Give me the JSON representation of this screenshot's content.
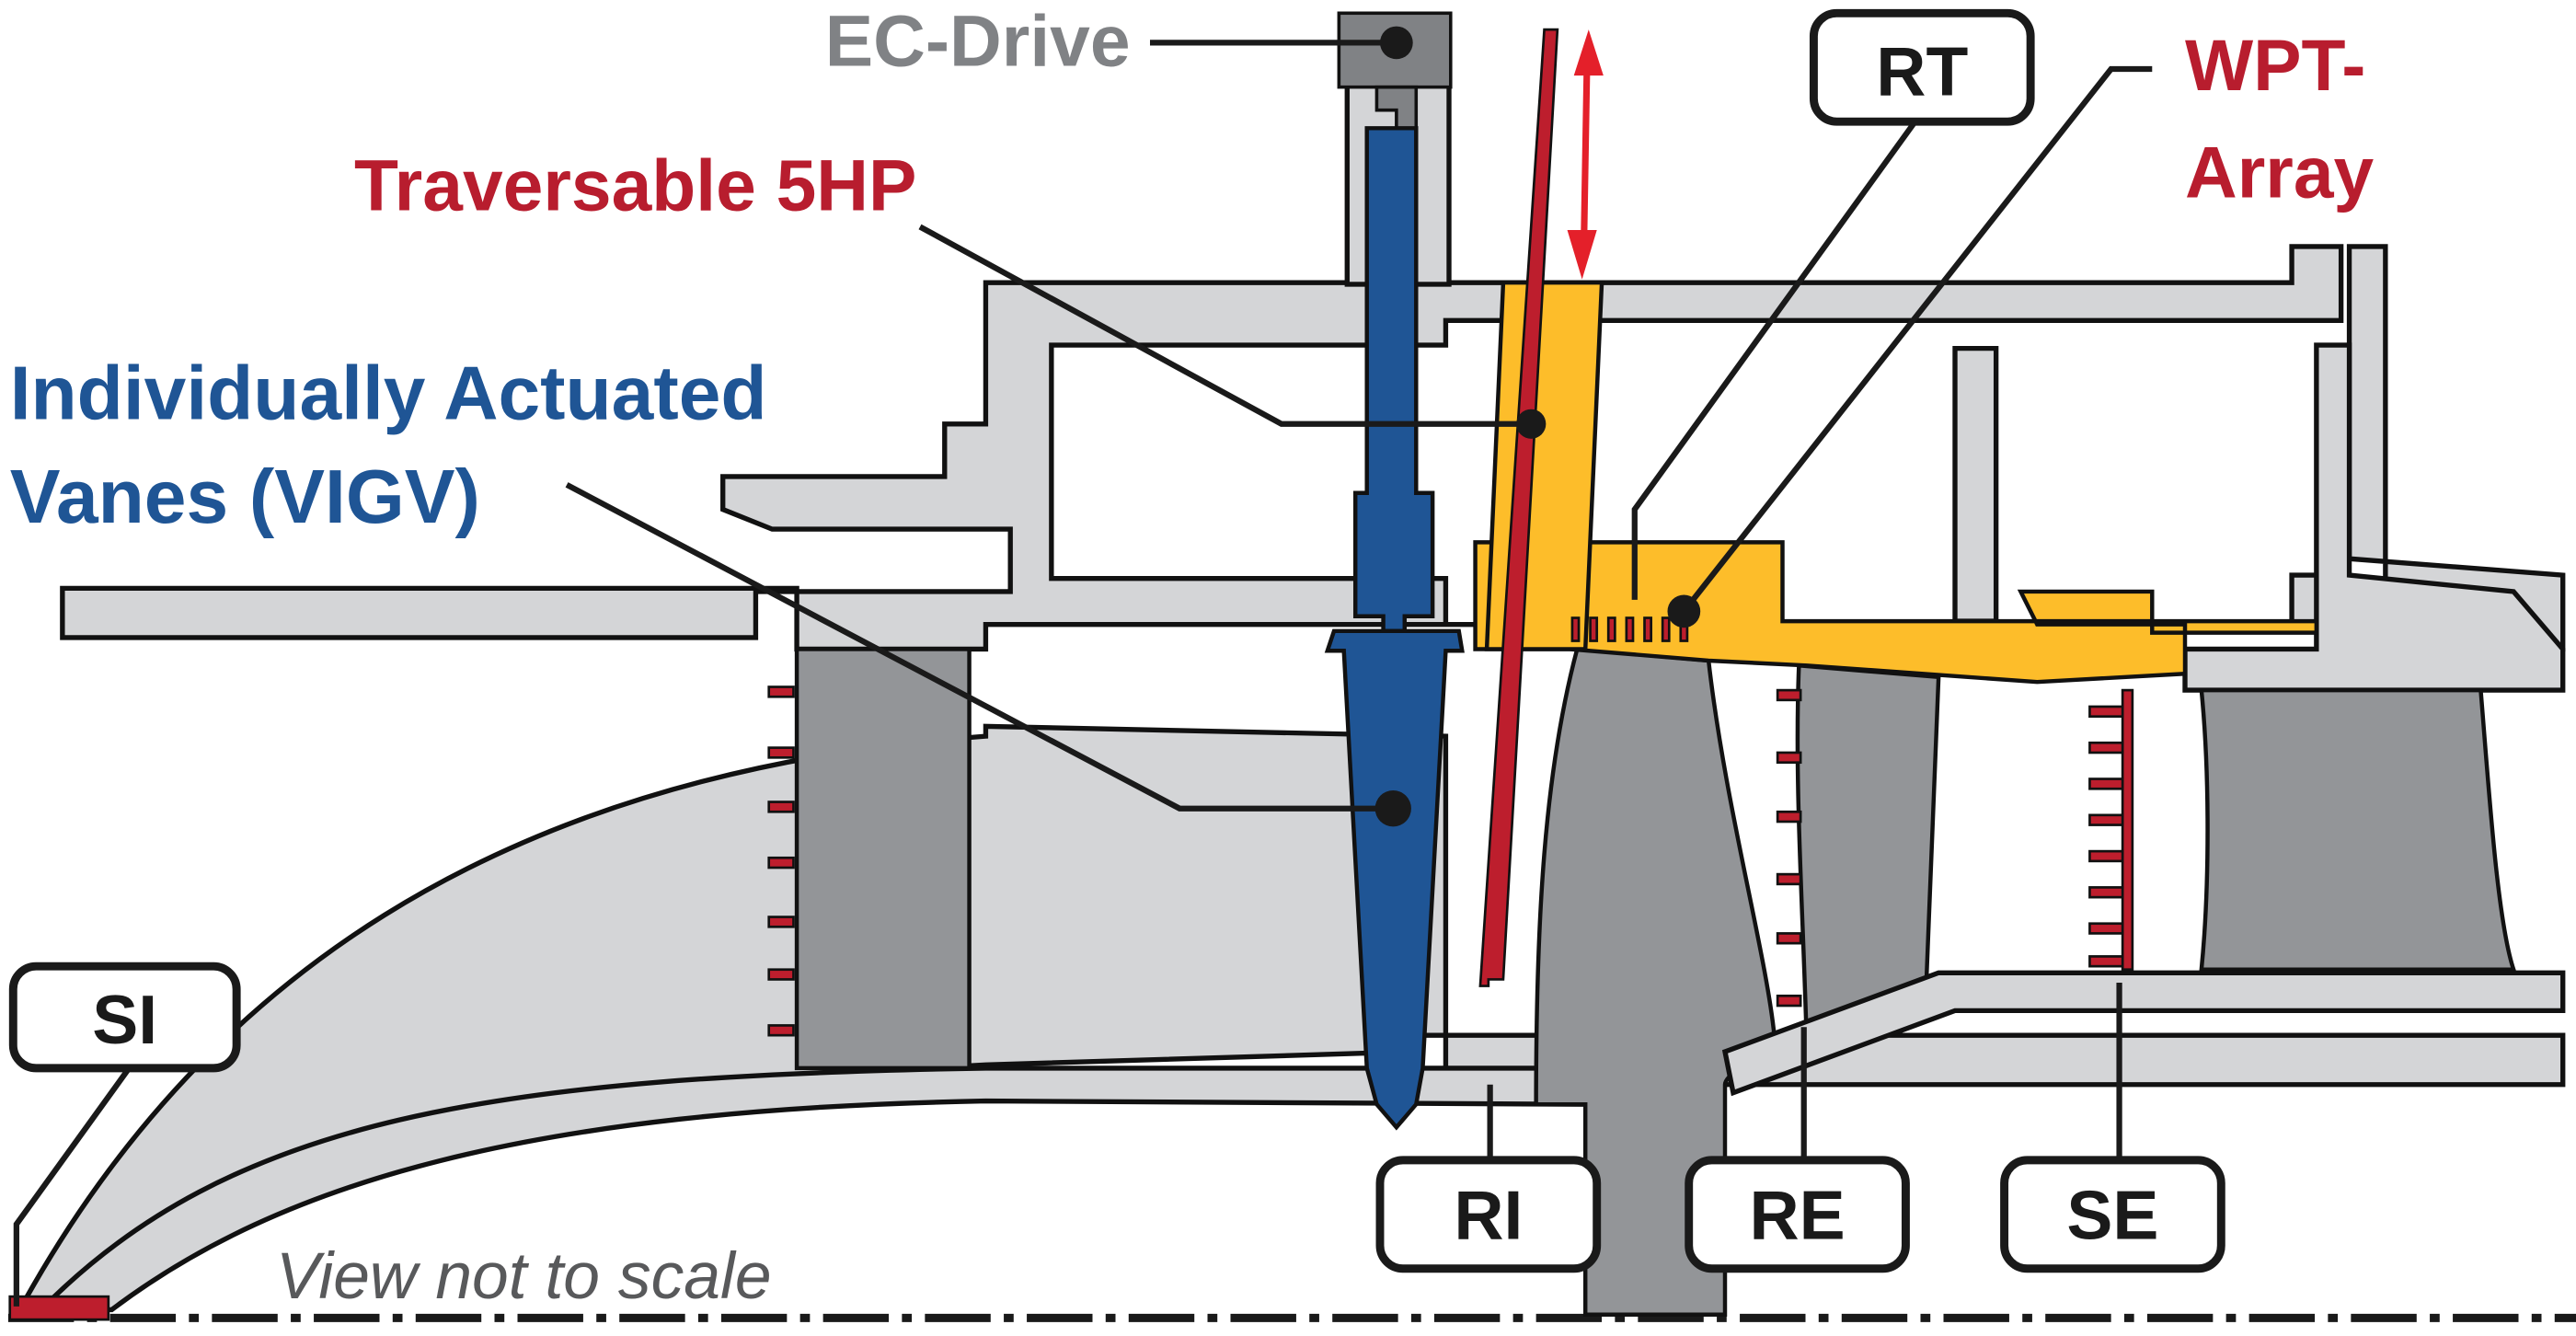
{
  "diagram": {
    "title_labels": {
      "ec_drive": "EC-Drive",
      "traversable_probe": "Traversable 5HP",
      "vigv_line1": "Individually Actuated",
      "vigv_line2": "Vanes (VIGV)",
      "wpt_line1": "WPT-",
      "wpt_line2": "Array",
      "note": "View not to scale"
    },
    "station_boxes": [
      {
        "id": "rt",
        "label": "RT"
      },
      {
        "id": "si",
        "label": "SI"
      },
      {
        "id": "ri",
        "label": "RI"
      },
      {
        "id": "re",
        "label": "RE"
      },
      {
        "id": "se",
        "label": "SE"
      }
    ],
    "colors": {
      "casing": "#d4d5d7",
      "blade": "#939598",
      "actuator": "#1f5595",
      "probe": "#bd1e2d",
      "rotor_tip": "#fdbd2a",
      "ec_drive": "#808285"
    }
  }
}
